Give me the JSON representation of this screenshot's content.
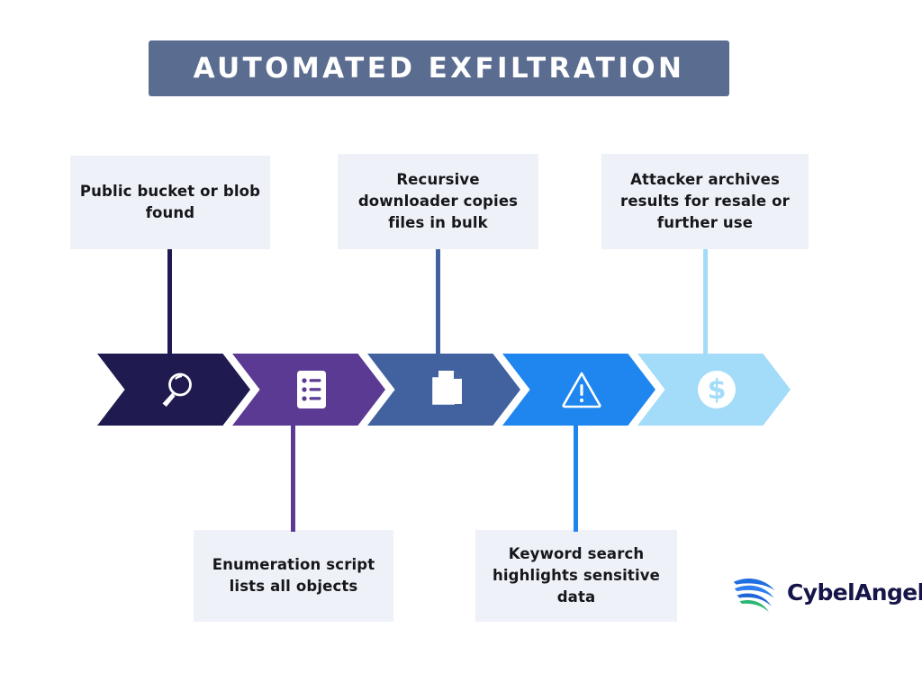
{
  "title": {
    "text": "AUTOMATED EXFILTRATION",
    "banner_color": "#5a6c8f",
    "text_color": "#ffffff"
  },
  "palette": {
    "box_bg": "#eef1f7",
    "box_text": "#16161d",
    "stage_1": "#1f1b50",
    "stage_2": "#5b3a93",
    "stage_3": "#41619f",
    "stage_4": "#1e86ee",
    "stage_5": "#a3dcf8",
    "logo_text": "#151549",
    "logo_blue": "#1f6fe0",
    "logo_green": "#2bb673"
  },
  "stages": [
    {
      "index": 1,
      "caption": "Public bucket or blob found",
      "caption_position": "above",
      "icon": "magnifier-icon",
      "color": "#1f1b50",
      "connector_color": "#1f1b50"
    },
    {
      "index": 2,
      "caption": "Enumeration script lists all objects",
      "caption_position": "below",
      "icon": "list-document-icon",
      "color": "#5b3a93",
      "connector_color": "#5b3a93"
    },
    {
      "index": 3,
      "caption": "Recursive downloader copies files in bulk",
      "caption_position": "above",
      "icon": "copy-files-icon",
      "color": "#41619f",
      "connector_color": "#41619f"
    },
    {
      "index": 4,
      "caption": "Keyword search highlights sensitive data",
      "caption_position": "below",
      "icon": "warning-triangle-icon",
      "color": "#1e86ee",
      "connector_color": "#1e86ee"
    },
    {
      "index": 5,
      "caption": "Attacker archives results for resale or further use",
      "caption_position": "above",
      "icon": "dollar-circle-icon",
      "color": "#a3dcf8",
      "connector_color": "#a3dcf8"
    }
  ],
  "logo": {
    "wordmark": "CybelAngel",
    "mark": "cybelangel-wing-icon"
  }
}
